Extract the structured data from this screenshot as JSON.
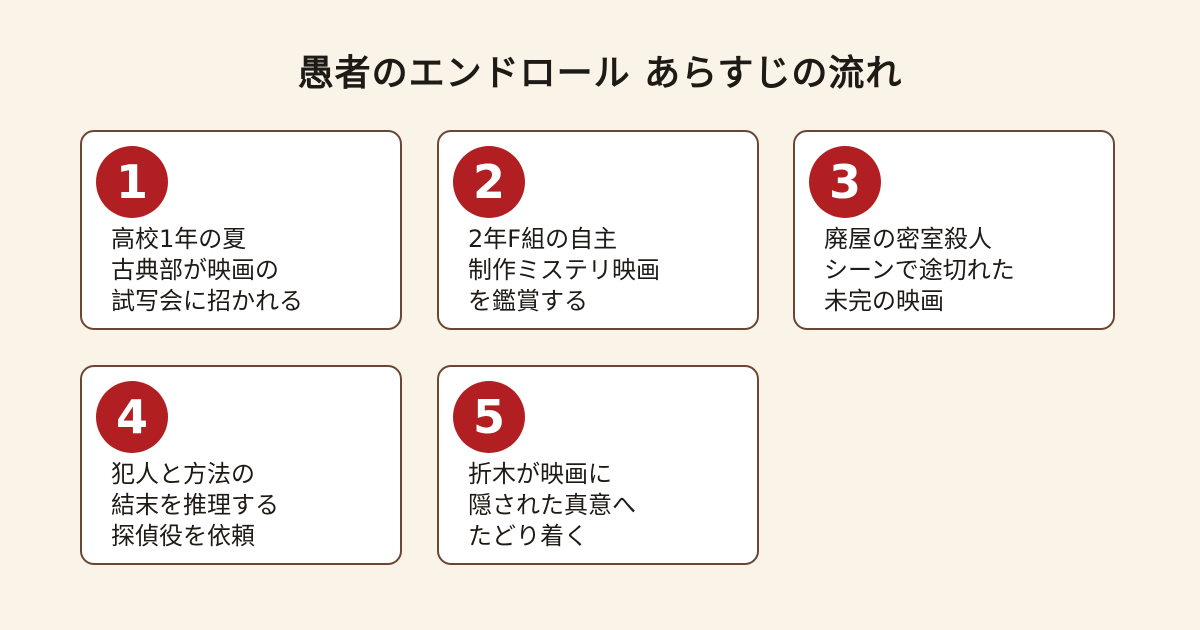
{
  "title": "愚者のエンドロール あらすじの流れ",
  "steps": [
    {
      "number": "1",
      "lines": [
        "高校1年の夏",
        "古典部が映画の",
        "試写会に招かれる"
      ]
    },
    {
      "number": "2",
      "lines": [
        "2年F組の自主",
        "制作ミステリ映画",
        "を鑑賞する"
      ]
    },
    {
      "number": "3",
      "lines": [
        "廃屋の密室殺人",
        "シーンで途切れた",
        "未完の映画"
      ]
    },
    {
      "number": "4",
      "lines": [
        "犯人と方法の",
        "結末を推理する",
        "探偵役を依頼"
      ]
    },
    {
      "number": "5",
      "lines": [
        "折木が映画に",
        "隠された真意へ",
        "たどり着く"
      ]
    }
  ],
  "colors": {
    "background": "#faf4e8",
    "card_border": "#6b4733",
    "badge": "#b11f22"
  }
}
